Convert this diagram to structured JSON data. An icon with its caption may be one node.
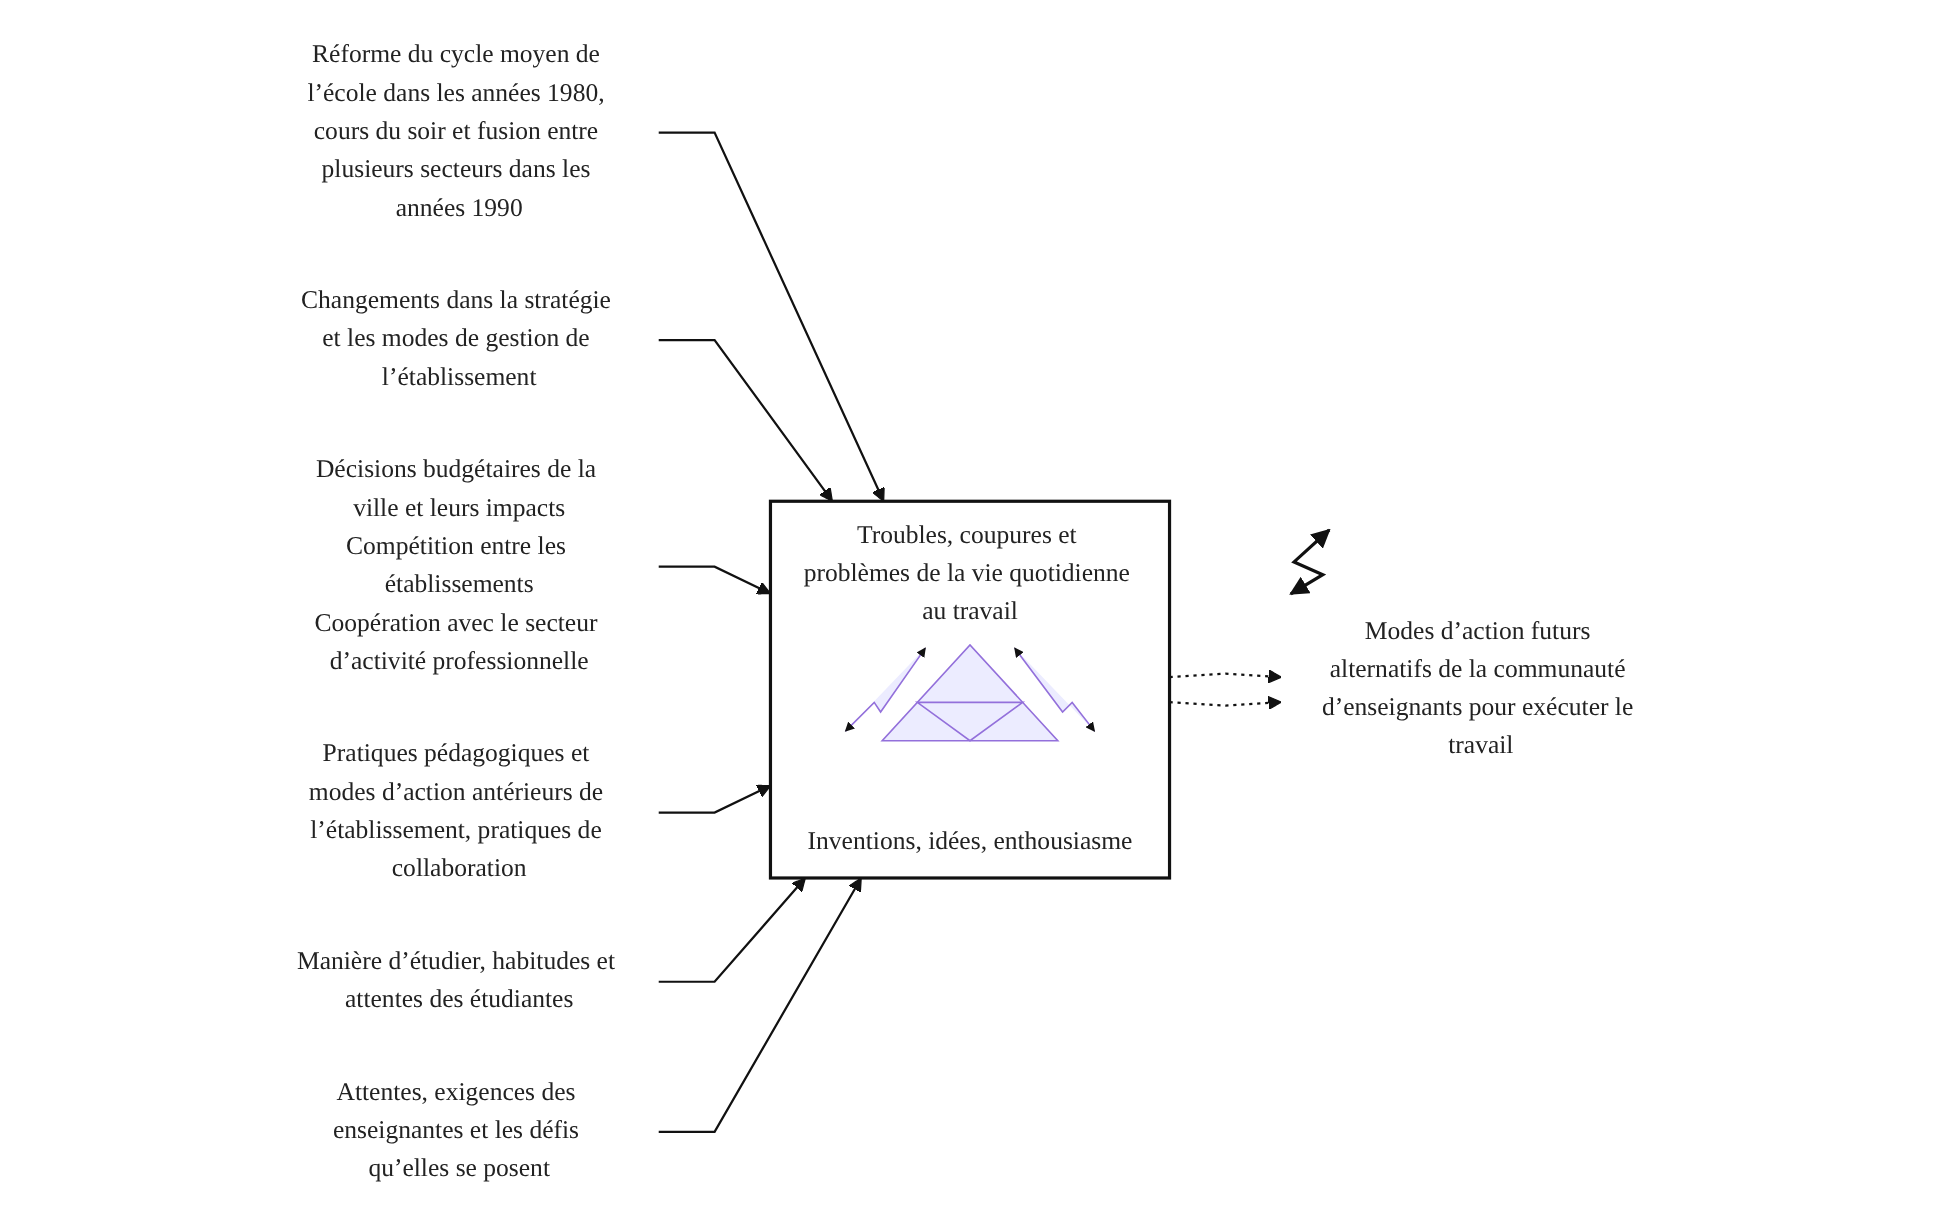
{
  "diagram": {
    "nodes": [
      {
        "text": [
          "Réforme du cycle moyen de l’école dans les années 1980, cours du soir et fusion entre plusieurs secteurs dans les années 1990"
        ]
      },
      {
        "text": [
          "Changements dans la stratégie et les modes de gestion de l’établissement"
        ]
      },
      {
        "text": [
          "Décisions budgétaires de la ville et leurs impacts",
          "Compétition entre les établissements",
          "Coopération avec le secteur d’activité professionnelle"
        ]
      },
      {
        "text": [
          "Pratiques pédagogiques et modes d’action antérieurs de l’établissement, pratiques de collaboration"
        ]
      },
      {
        "text": [
          "Troubles, coupures et problèmes de la vie quotidienne au travail",
          "Inventions, idées, enthousiasme"
        ]
      },
      {
        "text": [
          "Modes d’action futurs alternatifs de la communauté d’enseignants pour exécuter le travail"
        ]
      },
      {
        "text": [
          "Manière d’étudier, habitudes et attentes des étudiantes"
        ]
      },
      {
        "text": [
          "Attentes, exigences des enseignantes et les défis qu’elles se posent"
        ]
      }
    ],
    "edges": [
      {
        "from": 0,
        "to": 4,
        "arrow": "to"
      },
      {
        "from": 1,
        "to": 4,
        "arrow": "to"
      },
      {
        "from": 2,
        "to": 4,
        "arrow": "to"
      },
      {
        "from": 3,
        "to": 4,
        "arrow": "to"
      },
      {
        "from": 4,
        "to": 5,
        "arrow": "to",
        "style": "dashed"
      },
      {
        "from": 4,
        "to": 5,
        "arrow": "to",
        "style": "dashed"
      },
      {
        "from": 6,
        "to": 4,
        "arrow": "to"
      },
      {
        "from": 7,
        "to": 4,
        "arrow": "to"
      }
    ]
  }
}
